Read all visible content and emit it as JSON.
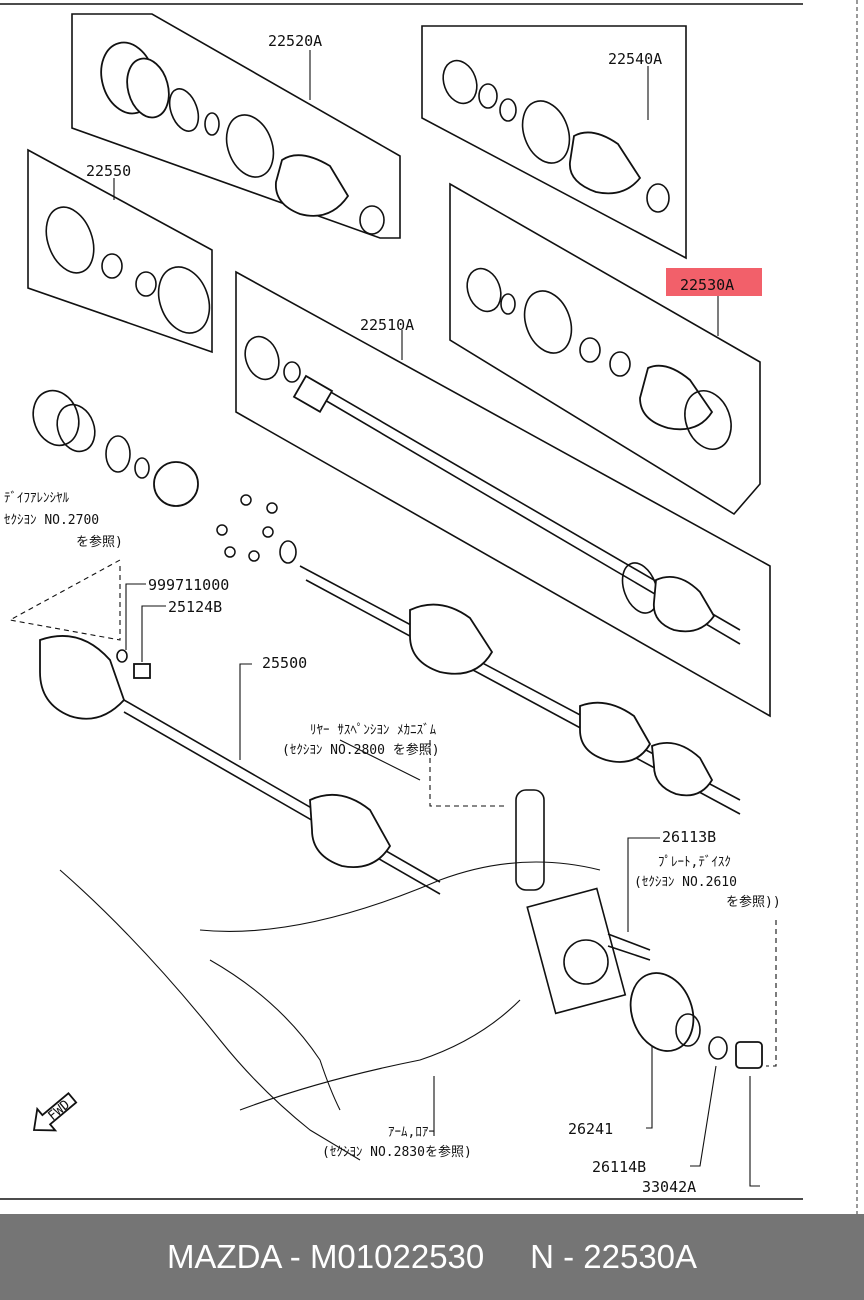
{
  "callouts": {
    "c22520a": "22520A",
    "c22540a": "22540A",
    "c22550": "22550",
    "c22530a": "22530A",
    "c22510a": "22510A",
    "c999711000": "999711000",
    "c25124b": "25124B",
    "c25500": "25500",
    "c26113b": "26113B",
    "c26241": "26241",
    "c26114b": "26114B",
    "c33042a": "33042A"
  },
  "notes": {
    "diff_line1": "ﾃﾞｲﾌｱﾚﾝｼﾔﾙ",
    "diff_line2": "ｾｸｼﾖﾝ NO.2700",
    "diff_line3": "を参照)",
    "susp_line1": "ﾘﾔｰ ｻｽﾍﾟﾝｼﾖﾝ ﾒｶﾆｽﾞﾑ",
    "susp_line2": "(ｾｸｼﾖﾝ NO.2800 を参照)",
    "plate_line1": "ﾌﾟﾚｰﾄ,ﾃﾞｲｽｸ",
    "plate_line2": "(ｾｸｼﾖﾝ NO.2610",
    "plate_line3": "を参照))",
    "arm_line1": "ｱｰﾑ,ﾛｱｰ",
    "arm_line2": "(ｾｸｼﾖﾝ NO.2830を参照)"
  },
  "fwd_label": "FWD",
  "highlight_color": "#f2606a",
  "footer": {
    "text": "MAZDA - M01022530     N - 22530A"
  }
}
